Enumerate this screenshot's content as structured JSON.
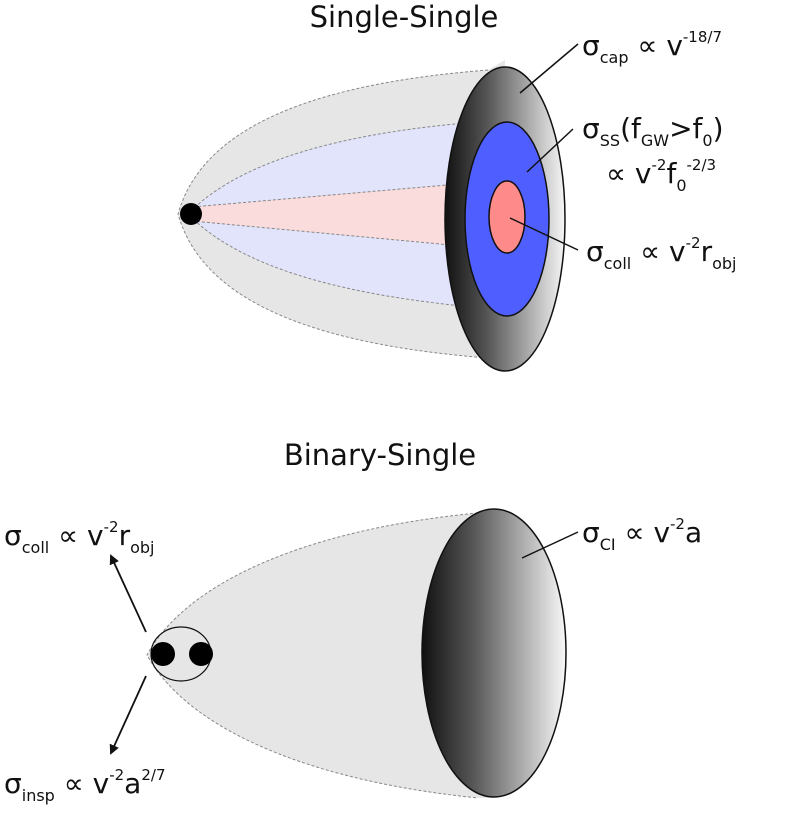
{
  "single_single": {
    "title": "Single-Single",
    "sigma_cap": {
      "sym": "σ",
      "sub": "cap",
      "rel": " ∝ v",
      "exp": "-18/7"
    },
    "sigma_ss": {
      "line1": {
        "sym": "σ",
        "sub": "SS",
        "open": "(f",
        "sub_gw": "GW",
        "gt": ">f",
        "sub_0": "0",
        "close": ")"
      },
      "line2": {
        "rel": "∝ v",
        "exp_v": "-2",
        "f": "f",
        "sub_0": "0",
        "exp_f": "-2/3"
      }
    },
    "sigma_coll": {
      "sym": "σ",
      "sub": "coll",
      "rel": " ∝ v",
      "exp": "-2",
      "r": "r",
      "sub_obj": "obj"
    }
  },
  "binary_single": {
    "title": "Binary-Single",
    "sigma_cl": {
      "sym": "σ",
      "sub": "CI",
      "rel": "  ∝ v",
      "exp": "-2",
      "a": "a"
    },
    "sigma_coll": {
      "sym": "σ",
      "sub": "coll",
      "rel": " ∝ v",
      "exp": "-2",
      "r": "r",
      "sub_obj": "obj"
    },
    "sigma_insp": {
      "sym": "σ",
      "sub": "insp",
      "rel": " ∝ v",
      "exp": "-2",
      "a": "a",
      "exp_a": "2/7"
    }
  },
  "colors": {
    "cone_outer": "#e6e6e6",
    "cone_middle": "#e1e4fb",
    "cone_inner": "#fbdcdc",
    "disk_blue": "#4f5fff",
    "disk_pink": "#ff8a8a",
    "disk_dark": "#111111",
    "disk_light": "#f6f6f6"
  }
}
